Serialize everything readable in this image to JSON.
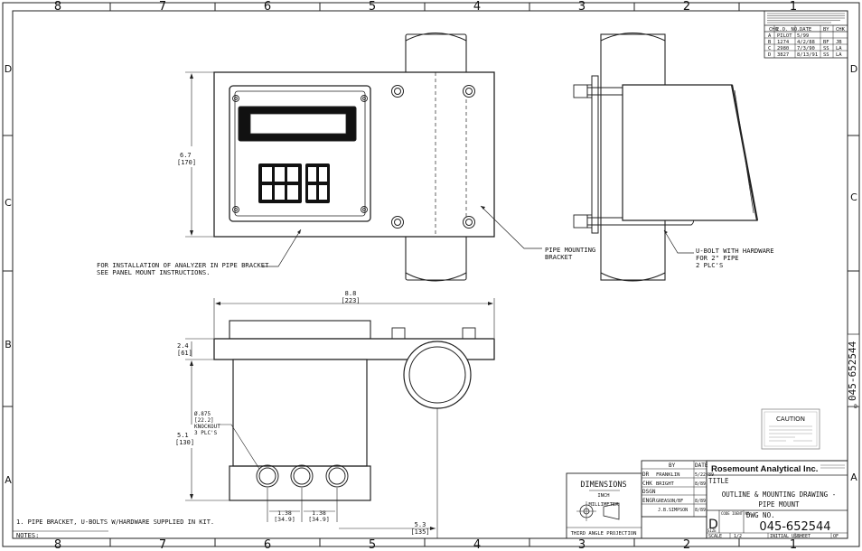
{
  "zones": {
    "top": [
      "8",
      "7",
      "6",
      "5",
      "4",
      "3",
      "2",
      "1"
    ],
    "bottom": [
      "8",
      "7",
      "6",
      "5",
      "4",
      "3",
      "2",
      "1"
    ],
    "left": [
      "D",
      "C",
      "B",
      "A"
    ],
    "right": [
      "D",
      "C",
      "B",
      "A"
    ]
  },
  "revisions": {
    "headers": [
      "CHG",
      "E.O. NO.",
      "DATE",
      "BY",
      "CHK"
    ],
    "rows": [
      [
        "A",
        "PILOT",
        "5/99",
        "",
        " "
      ],
      [
        "B",
        "1274",
        "4/2/88",
        "BF",
        "JB"
      ],
      [
        "C",
        "2980",
        "7/3/90",
        "SS",
        "LA"
      ],
      [
        "D",
        "3827",
        "8/13/91",
        "SS",
        "LA"
      ]
    ]
  },
  "views": {
    "front": {
      "height_dim": "6.7",
      "height_dim_mm": "[170]",
      "note_line1": "FOR INSTALLATION OF ANALYZER IN PIPE BRACKET",
      "note_line2": "SEE PANEL MOUNT INSTRUCTIONS.",
      "bracket_label_1": "PIPE MOUNTING",
      "bracket_label_2": "BRACKET"
    },
    "side": {
      "label_1": "U-BOLT WITH HARDWARE",
      "label_2": "FOR 2\" PIPE",
      "label_3": "2 PLC'S"
    },
    "bottom": {
      "width_dim": "8.8",
      "width_dim_mm": "[223]",
      "flange_dim": "2.4",
      "flange_dim_mm": "[61]",
      "height_dim": "5.1",
      "height_dim_mm": "[130]",
      "knockout_1": "Ø.875",
      "knockout_2": "[22.2]",
      "knockout_3": "KNOCKOUT",
      "knockout_4": "3 PLC'S",
      "spacing_1": "1.38",
      "spacing_1_mm": "[34.9]",
      "spacing_2": "1.38",
      "spacing_2_mm": "[34.9]",
      "offset_dim": "5.3",
      "offset_dim_mm": "[135]"
    }
  },
  "notes": {
    "label": "NOTES:",
    "item1": "1.  PIPE BRACKET, U-BOLTS W/HARDWARE  SUPPLIED IN KIT."
  },
  "caution": {
    "title": "CAUTION",
    "text": "THIS DRAWING MAY NOT BE REVISED WITHOUT PRIOR WRITTEN APPROVAL"
  },
  "dimension_box": {
    "title": "DIMENSIONS",
    "unit1": "INCH",
    "unit2": "MILLIMETER",
    "projection": "THIRD ANGLE PROJECTION"
  },
  "signatures": {
    "headers": [
      "BY",
      "DATE"
    ],
    "rows": [
      [
        "DR",
        "FRANKLIN",
        "5/22/89"
      ],
      [
        "CHK",
        "BRIGHT",
        "8/89"
      ],
      [
        "DSGN",
        "",
        ""
      ],
      [
        "ENGR",
        "GREASON/BF",
        "8/89"
      ],
      [
        "",
        "J.B.SIMPSON",
        "8/89"
      ]
    ]
  },
  "title_block": {
    "company": "Rosemount Analytical Inc.",
    "title_label": "TITLE",
    "title_line1": "OUTLINE & MOUNTING DRAWING -",
    "title_line2": "PIPE MOUNT",
    "size": "D",
    "size_label": "SIZE",
    "code_label": "CODE IDENT NO.",
    "dwg_label": "DWG NO.",
    "dwg_no": "045-652544",
    "scale_label": "SCALE",
    "scale_val": "1/2",
    "initial_label": "INITIAL USE",
    "sheet_label": "SHEET",
    "of_label": "OF"
  },
  "side_stamp": "045-652544",
  "side_rev": "D"
}
